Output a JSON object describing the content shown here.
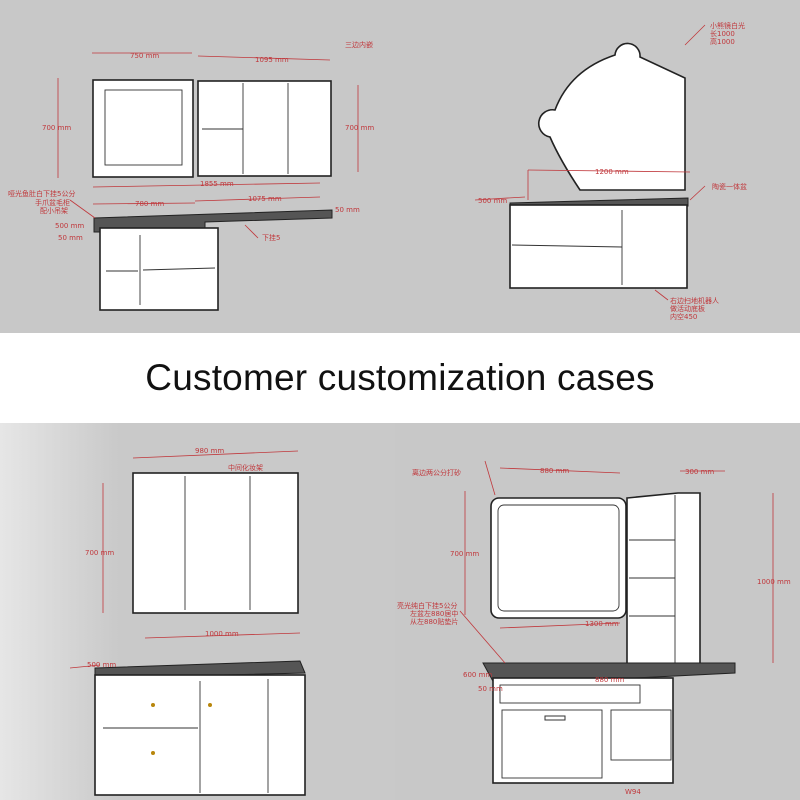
{
  "caption": "Customer customization cases",
  "colors": {
    "background": "#c8c8c8",
    "annotation": "#c0383c",
    "band": "#ffffff"
  },
  "case1": {
    "dims": {
      "mirror_width": "750 mm",
      "cabinet_width": "1095 mm",
      "height_left": "700 mm",
      "height_right": "700 mm",
      "total": "1855 mm",
      "base_left": "780 mm",
      "base_right": "1075 mm",
      "depth": "500 mm",
      "thickness": "50 mm",
      "top_thk": "50 mm"
    },
    "notes": {
      "inset": "三边内嵌",
      "finish_1": "哑光鱼肚白下挂5公分",
      "finish_2": "手爪盆毛柜",
      "finish_3": "配小吊架",
      "hang": "下挂5"
    }
  },
  "case2": {
    "dims": {
      "width": "1200 mm",
      "depth": "500 mm"
    },
    "notes": {
      "mirror_1": "小熊镜白光",
      "mirror_2": "长1000",
      "mirror_3": "高1000",
      "basin": "陶瓷一体盆",
      "robot_1": "右边扫地机器人",
      "robot_2": "做活动底板",
      "robot_3": "内空450"
    }
  },
  "case3": {
    "dims": {
      "cabinet_width": "980 mm",
      "height": "700 mm",
      "base_width": "1000 mm",
      "depth": "500 mm"
    },
    "notes": {
      "middle": "中间化妆架"
    }
  },
  "case4": {
    "dims": {
      "mirror_width": "880 mm",
      "shelf_width": "300 mm",
      "mirror_height": "700 mm",
      "shelf_height": "1000 mm",
      "top_width": "1300 mm",
      "depth": "600 mm",
      "thickness": "50 mm",
      "cabinet_width": "880 mm"
    },
    "notes": {
      "edge": "离边两公分打砂",
      "finish_1": "亮光纯白下挂5公分",
      "finish_2": "左盆左880居中",
      "finish_3": "从左880贴垫片",
      "handle": "W94"
    }
  }
}
